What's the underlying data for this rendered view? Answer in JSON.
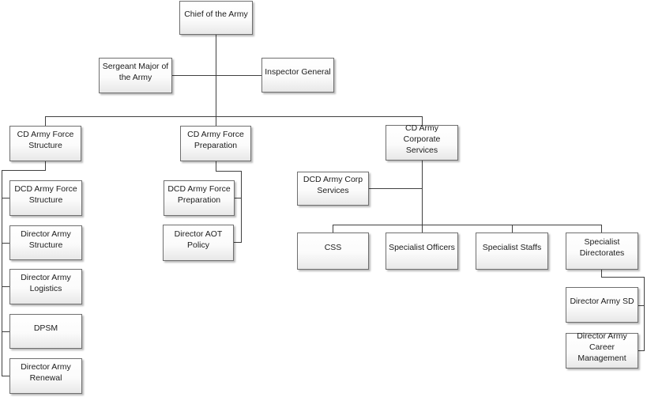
{
  "diagram": {
    "type": "org-chart",
    "title": "Army organisational chart",
    "colors": {
      "background": "#ffffff",
      "box_fill_top": "#ffffff",
      "box_fill_bottom": "#e8e8e8",
      "box_border": "#6f6f6f",
      "connector_line": "#404040",
      "text": "#1c1c1c"
    },
    "nodes": {
      "chief": "Chief of the Army",
      "sergeant_major": "Sergeant Major of the Army",
      "inspector_general": "Inspector General",
      "cd_force_structure": "CD Army Force Structure",
      "cd_force_preparation": "CD Army Force Preparation",
      "cd_corporate_services": "CD Army Corporate Services",
      "dcd_force_structure": "DCD Army Force Structure",
      "director_army_structure": "Director Army Structure",
      "director_army_logistics": "Director Army Logistics",
      "dpsm": "DPSM",
      "director_army_renewal": "Director Army Renewal",
      "dcd_force_preparation": "DCD Army Force Preparation",
      "director_aot_policy": "Director AOT Policy",
      "dcd_corp_services": "DCD Army Corp Services",
      "css": "CSS",
      "specialist_officers": "Specialist Officers",
      "specialist_staffs": "Specialist Staffs",
      "specialist_directorates": "Specialist Directorates",
      "director_army_sd": "Director Army SD",
      "director_army_career_management": "Director Army Career Management"
    },
    "edges": [
      {
        "from": "chief",
        "to": "sergeant_major",
        "style": "staff"
      },
      {
        "from": "chief",
        "to": "inspector_general",
        "style": "staff"
      },
      {
        "from": "chief",
        "to": "cd_force_structure",
        "style": "reporting"
      },
      {
        "from": "chief",
        "to": "cd_force_preparation",
        "style": "reporting"
      },
      {
        "from": "chief",
        "to": "cd_corporate_services",
        "style": "reporting"
      },
      {
        "from": "cd_force_structure",
        "to": "dcd_force_structure",
        "style": "reporting"
      },
      {
        "from": "cd_force_structure",
        "to": "director_army_structure",
        "style": "reporting"
      },
      {
        "from": "cd_force_structure",
        "to": "director_army_logistics",
        "style": "reporting"
      },
      {
        "from": "cd_force_structure",
        "to": "dpsm",
        "style": "reporting"
      },
      {
        "from": "cd_force_structure",
        "to": "director_army_renewal",
        "style": "reporting"
      },
      {
        "from": "cd_force_preparation",
        "to": "dcd_force_preparation",
        "style": "reporting"
      },
      {
        "from": "cd_force_preparation",
        "to": "director_aot_policy",
        "style": "reporting"
      },
      {
        "from": "cd_corporate_services",
        "to": "dcd_corp_services",
        "style": "staff"
      },
      {
        "from": "cd_corporate_services",
        "to": "css",
        "style": "reporting"
      },
      {
        "from": "cd_corporate_services",
        "to": "specialist_officers",
        "style": "reporting"
      },
      {
        "from": "cd_corporate_services",
        "to": "specialist_staffs",
        "style": "reporting"
      },
      {
        "from": "cd_corporate_services",
        "to": "specialist_directorates",
        "style": "reporting"
      },
      {
        "from": "specialist_directorates",
        "to": "director_army_sd",
        "style": "reporting"
      },
      {
        "from": "specialist_directorates",
        "to": "director_army_career_management",
        "style": "reporting"
      }
    ]
  }
}
